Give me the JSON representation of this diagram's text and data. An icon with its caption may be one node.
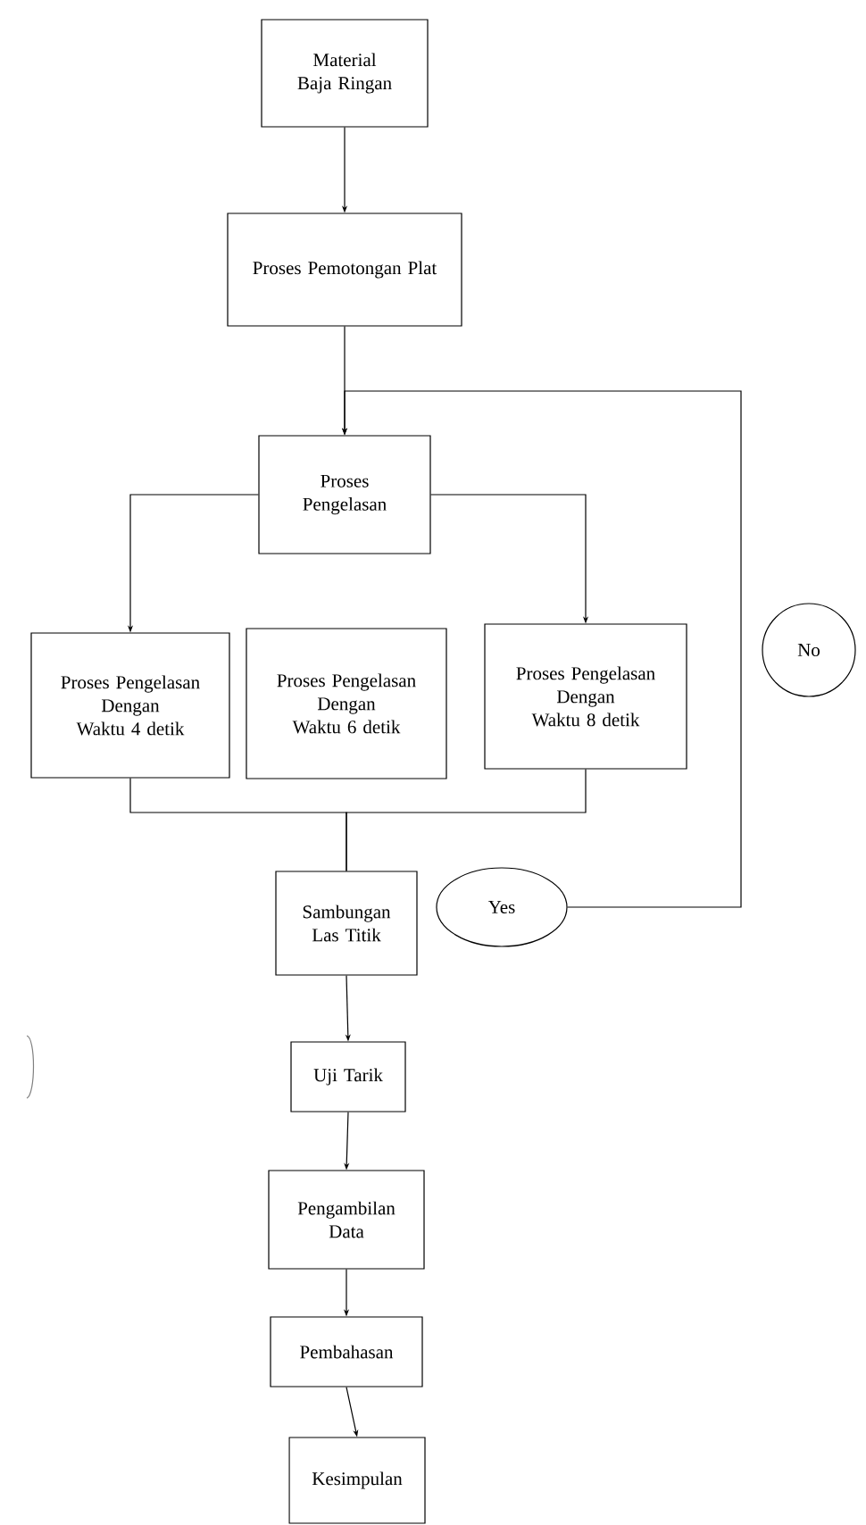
{
  "diagram": {
    "nodes": [
      {
        "text": [
          "Material Baja Ringan"
        ]
      },
      {
        "text": [
          "Proses Pemotongan Plat"
        ]
      },
      {
        "text": [
          "Proses Pengelasan"
        ]
      },
      {
        "text": [
          "Proses Pengelasan Dengan Waktu 4 detik"
        ]
      },
      {
        "text": [
          "Proses Pengelasan Dengan Waktu 6 detik"
        ]
      },
      {
        "text": [
          "Proses Pengelasan Dengan Waktu 8 detik"
        ]
      },
      {
        "text": [
          "No"
        ]
      },
      {
        "text": [
          "Sambungan Las Titik"
        ]
      },
      {
        "text": [
          "Yes"
        ]
      },
      {
        "text": [
          "Uji Tarik"
        ]
      },
      {
        "text": [
          "Pengambilan Data"
        ]
      },
      {
        "text": [
          "Pembahasan"
        ]
      },
      {
        "text": [
          "Kesimpulan"
        ]
      }
    ],
    "edges": [
      {
        "from": 0,
        "to": 1,
        "arrow": "to"
      },
      {
        "from": 1,
        "to": 2,
        "arrow": "to"
      },
      {
        "from": 2,
        "to": 3,
        "arrow": "to"
      },
      {
        "from": 2,
        "to": 5,
        "arrow": "to"
      },
      {
        "from": 3,
        "to": 7,
        "arrow": "none"
      },
      {
        "from": 5,
        "to": 7,
        "arrow": "none"
      },
      {
        "from": 8,
        "to": 2,
        "arrow": "to"
      },
      {
        "from": 7,
        "to": 9,
        "arrow": "to"
      },
      {
        "from": 9,
        "to": 10,
        "arrow": "to"
      },
      {
        "from": 10,
        "to": 11,
        "arrow": "to"
      },
      {
        "from": 11,
        "to": 12,
        "arrow": "to"
      }
    ]
  }
}
